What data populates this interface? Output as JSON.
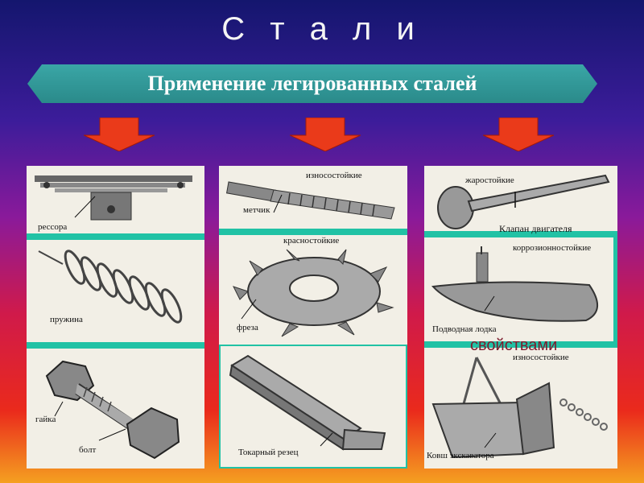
{
  "title": "С т а л и",
  "banner": "Применение легированных сталей",
  "column1": {
    "spring_leaf": "рессора",
    "spring": "пружина",
    "nut": "гайка",
    "bolt": "болт"
  },
  "column2": {
    "wear_resistant": "износостойкие",
    "tap": "метчик",
    "red_hard": "красностойкие",
    "mill": "фреза",
    "lathe_tool": "Токарный резец"
  },
  "column3": {
    "heat_resistant": "жаростойкие",
    "engine_valve": "Клапан двигателя",
    "corrosion_resistant": "коррозионностойкие",
    "submarine": "Подводная лодка",
    "overlay_text": "свойствами",
    "wear_resistant": "износостойкие",
    "excavator_bucket": "Ковш экскаватора"
  },
  "colors": {
    "accent": "#21c2a5",
    "banner": "#2a8a8a",
    "arrow": "#ea3a1a"
  }
}
